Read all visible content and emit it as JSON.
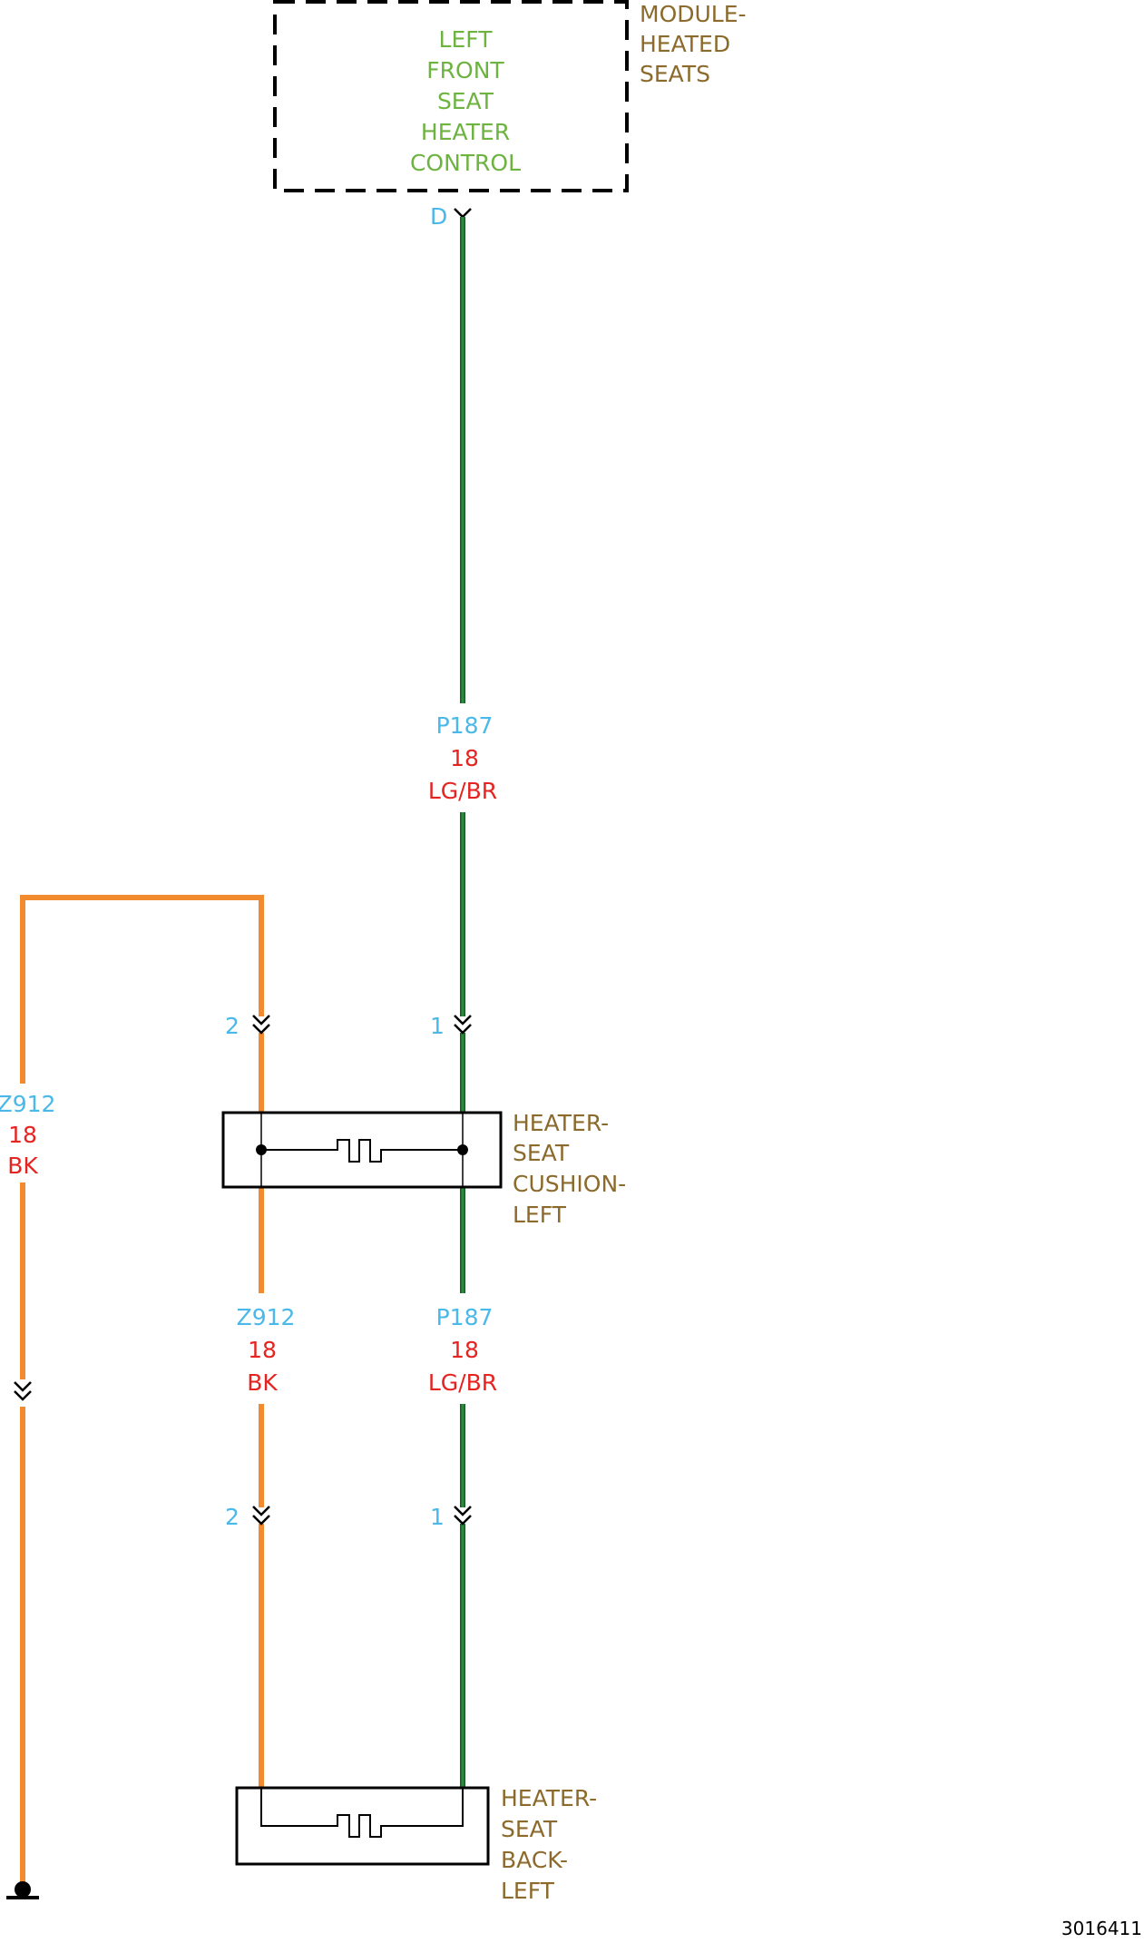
{
  "colors": {
    "component_label": "#8B6A2B",
    "module_text": "#6DB33F",
    "pin": "#4AB8E8",
    "wire_gauge_color": "#E52421",
    "wire_orange": "#F28A2E",
    "wire_green": "#2E8B3E",
    "wire_green_dark": "#1A5C26",
    "outline": "#000000"
  },
  "module": {
    "name_lines": [
      "MODULE-",
      "HEATED",
      "SEATS"
    ],
    "control_lines": [
      "LEFT",
      "FRONT",
      "SEAT",
      "HEATER",
      "CONTROL"
    ],
    "pin": "D"
  },
  "wires": {
    "upper_green": {
      "circuit": "P187",
      "gauge": "18",
      "color_code": "LG/BR"
    },
    "lower_green": {
      "circuit": "P187",
      "gauge": "18",
      "color_code": "LG/BR"
    },
    "left_orange": {
      "circuit": "Z912",
      "gauge": "18",
      "color_code": "BK"
    },
    "mid_orange": {
      "circuit": "Z912",
      "gauge": "18",
      "color_code": "BK"
    }
  },
  "connectors": {
    "cushion_orange_pin": "2",
    "cushion_green_pin": "1",
    "back_orange_pin": "2",
    "back_green_pin": "1"
  },
  "cushion_heater": {
    "name_lines": [
      "HEATER-",
      "SEAT",
      "CUSHION-",
      "LEFT"
    ]
  },
  "back_heater": {
    "name_lines": [
      "HEATER-",
      "SEAT",
      "BACK-",
      "LEFT"
    ]
  },
  "figure_id": "3016411",
  "icons": {
    "ground": "ground-icon",
    "connector": "connector-chevron-icon",
    "heater_element": "heater-element-icon"
  }
}
